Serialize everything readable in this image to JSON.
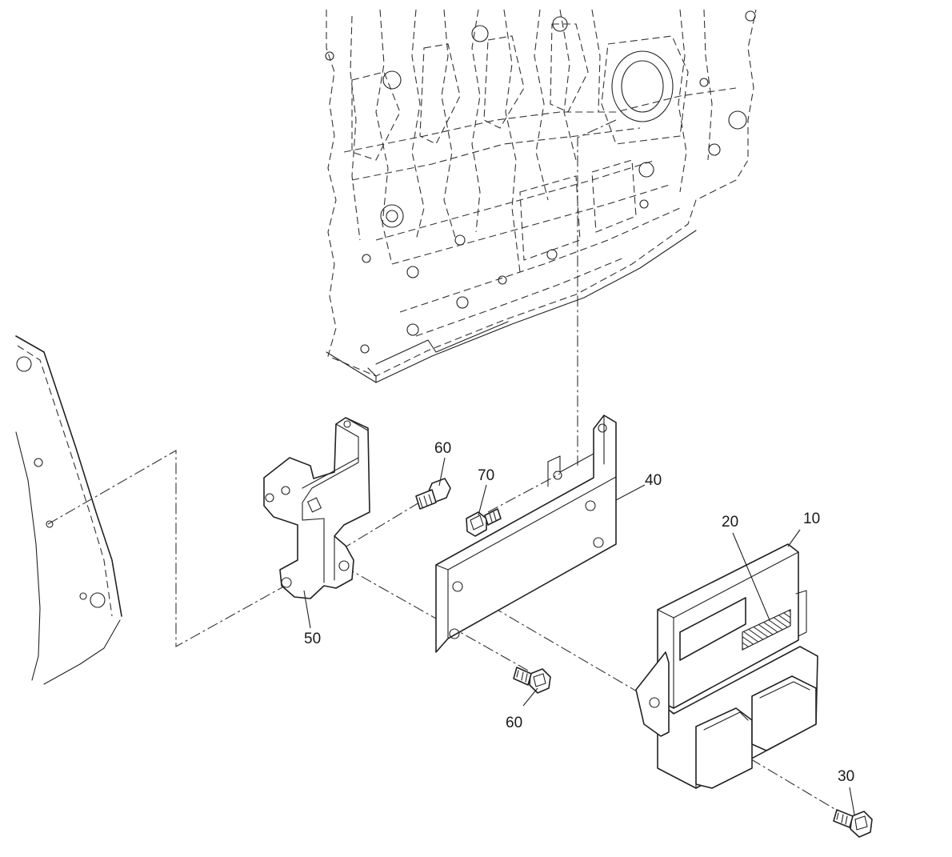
{
  "callouts": {
    "c10": "10",
    "c20": "20",
    "c30": "30",
    "c40": "40",
    "c50": "50",
    "c60a": "60",
    "c60b": "60",
    "c70": "70"
  },
  "colors": {
    "line": "#222222",
    "background": "#ffffff"
  }
}
